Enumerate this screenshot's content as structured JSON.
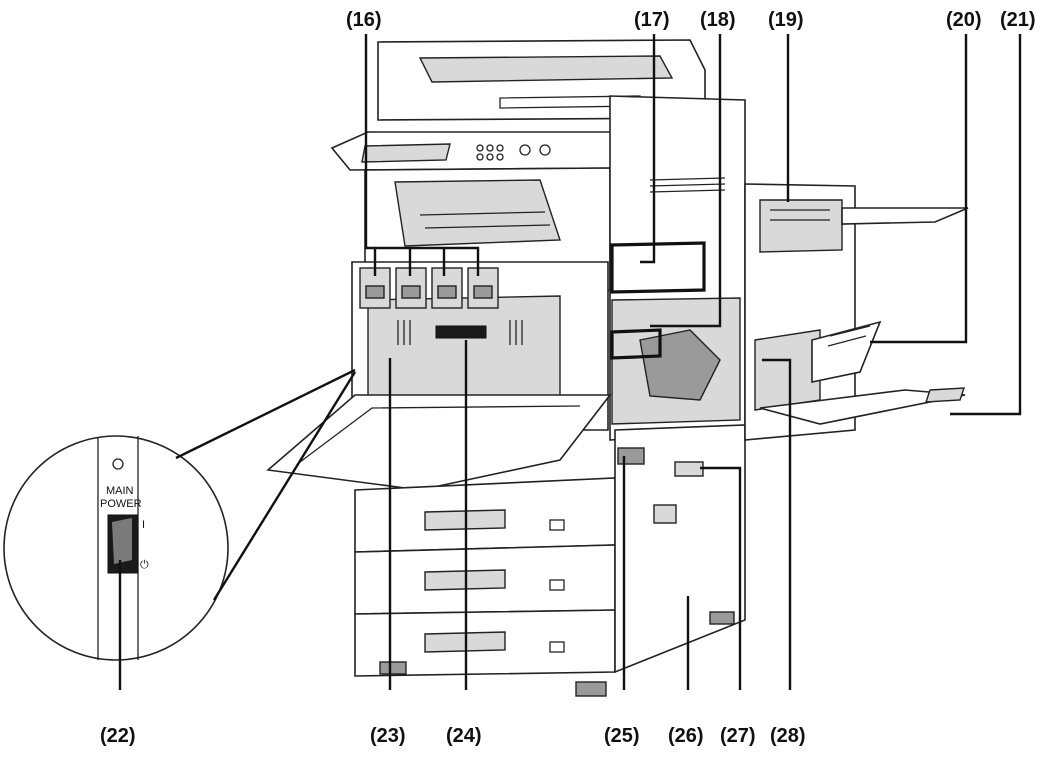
{
  "callouts": {
    "c16": "(16)",
    "c17": "(17)",
    "c18": "(18)",
    "c19": "(19)",
    "c20": "(20)",
    "c21": "(21)",
    "c22": "(22)",
    "c23": "(23)",
    "c24": "(24)",
    "c25": "(25)",
    "c26": "(26)",
    "c27": "(27)",
    "c28": "(28)"
  },
  "inset": {
    "main_power_line1": "MAIN",
    "main_power_line2": "POWER",
    "on_mark": "I",
    "off_mark": "⏻"
  },
  "colors": {
    "stroke": "#111111",
    "panel_grey": "#d9d9d9",
    "background": "#ffffff"
  }
}
